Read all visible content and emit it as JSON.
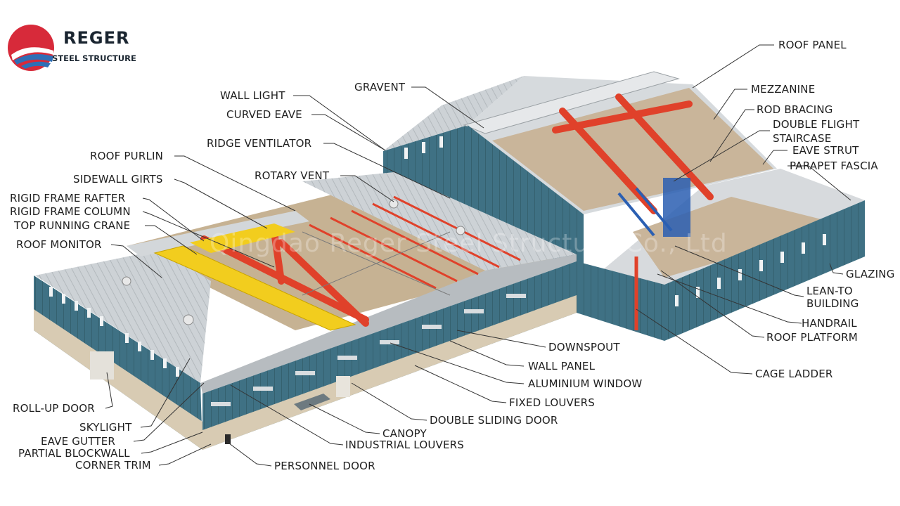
{
  "brand": {
    "name": "REGER",
    "subtitle": "STEEL STRUCTURE",
    "logo_icon": "reger-logo-icon",
    "colors": {
      "red": "#d72a3a",
      "blue": "#2f6fb6"
    }
  },
  "watermark": "Qingdao Reger Steel Structure Co., Ltd",
  "colors": {
    "wall": "#3f7184",
    "roof": "#c9ced2",
    "steel_frame": "#e0412a",
    "crane": "#f2cd1e",
    "stairs": "#2b5fb2"
  },
  "labels": {
    "wall_light": "WALL LIGHT",
    "curved_eave": "CURVED EAVE",
    "ridge_ventilator": "RIDGE VENTILATOR",
    "roof_purlin": "ROOF PURLIN",
    "sidewall_girts": "SIDEWALL GIRTS",
    "rotary_vent": "ROTARY VENT",
    "rigid_frame_rafter": "RIGID FRAME RAFTER",
    "rigid_frame_column": "RIGID FRAME COLUMN",
    "top_running_crane": "TOP RUNNING CRANE",
    "roof_monitor": "ROOF MONITOR",
    "gravent": "GRAVENT",
    "roof_panel": "ROOF PANEL",
    "mezzanine": "MEZZANINE",
    "rod_bracing": "ROD BRACING",
    "double_flight": "DOUBLE FLIGHT",
    "staircase": "STAIRCASE",
    "eave_strut": "EAVE STRUT",
    "parapet_fascia": "PARAPET FASCIA",
    "glazing": "GLAZING",
    "lean_to": "LEAN-TO",
    "building": "BUILDING",
    "handrail": "HANDRAIL",
    "roof_platform": "ROOF PLATFORM",
    "cage_ladder": "CAGE LADDER",
    "downspout": "DOWNSPOUT",
    "wall_panel": "WALL PANEL",
    "aluminium_window": "ALUMINIUM WINDOW",
    "fixed_louvers": "FIXED LOUVERS",
    "double_sliding_door": "DOUBLE SLIDING DOOR",
    "canopy": "CANOPY",
    "industrial_louvers": "INDUSTRIAL LOUVERS",
    "personnel_door": "PERSONNEL DOOR",
    "roll_up_door": "ROLL-UP DOOR",
    "skylight": "SKYLIGHT",
    "eave_gutter": "EAVE GUTTER",
    "partial_blockwall": "PARTIAL BLOCKWALL",
    "corner_trim": "CORNER TRIM"
  }
}
